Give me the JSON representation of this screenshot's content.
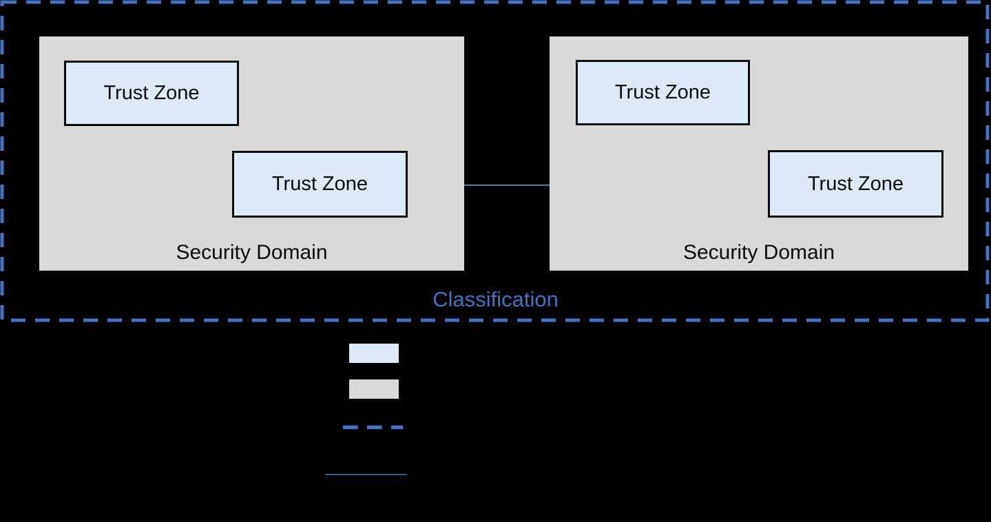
{
  "diagram": {
    "classification_label": "Classification",
    "domains": [
      {
        "label": "Security Domain",
        "zones": [
          {
            "label": "Trust Zone"
          },
          {
            "label": "Trust Zone"
          }
        ]
      },
      {
        "label": "Security Domain",
        "zones": [
          {
            "label": "Trust Zone"
          },
          {
            "label": "Trust Zone"
          }
        ]
      }
    ],
    "colors": {
      "background": "#000000",
      "trust_zone_fill": "#dce9f6",
      "trust_zone_border": "#0a0a0a",
      "security_domain_fill": "#d9d9d9",
      "classification_border": "#4472c4",
      "classification_text": "#4472c4",
      "connector_line": "#5b9bd5"
    }
  },
  "legend": {
    "items": [
      {
        "name": "trust-zone-swatch",
        "type": "filled-rect",
        "color": "#dce9f6"
      },
      {
        "name": "security-domain-swatch",
        "type": "filled-rect",
        "color": "#d9d9d9"
      },
      {
        "name": "classification-boundary-line",
        "type": "dashed-line",
        "color": "#4472c4"
      },
      {
        "name": "connection-line",
        "type": "thin-line",
        "color": "#5b9bd5"
      }
    ]
  }
}
